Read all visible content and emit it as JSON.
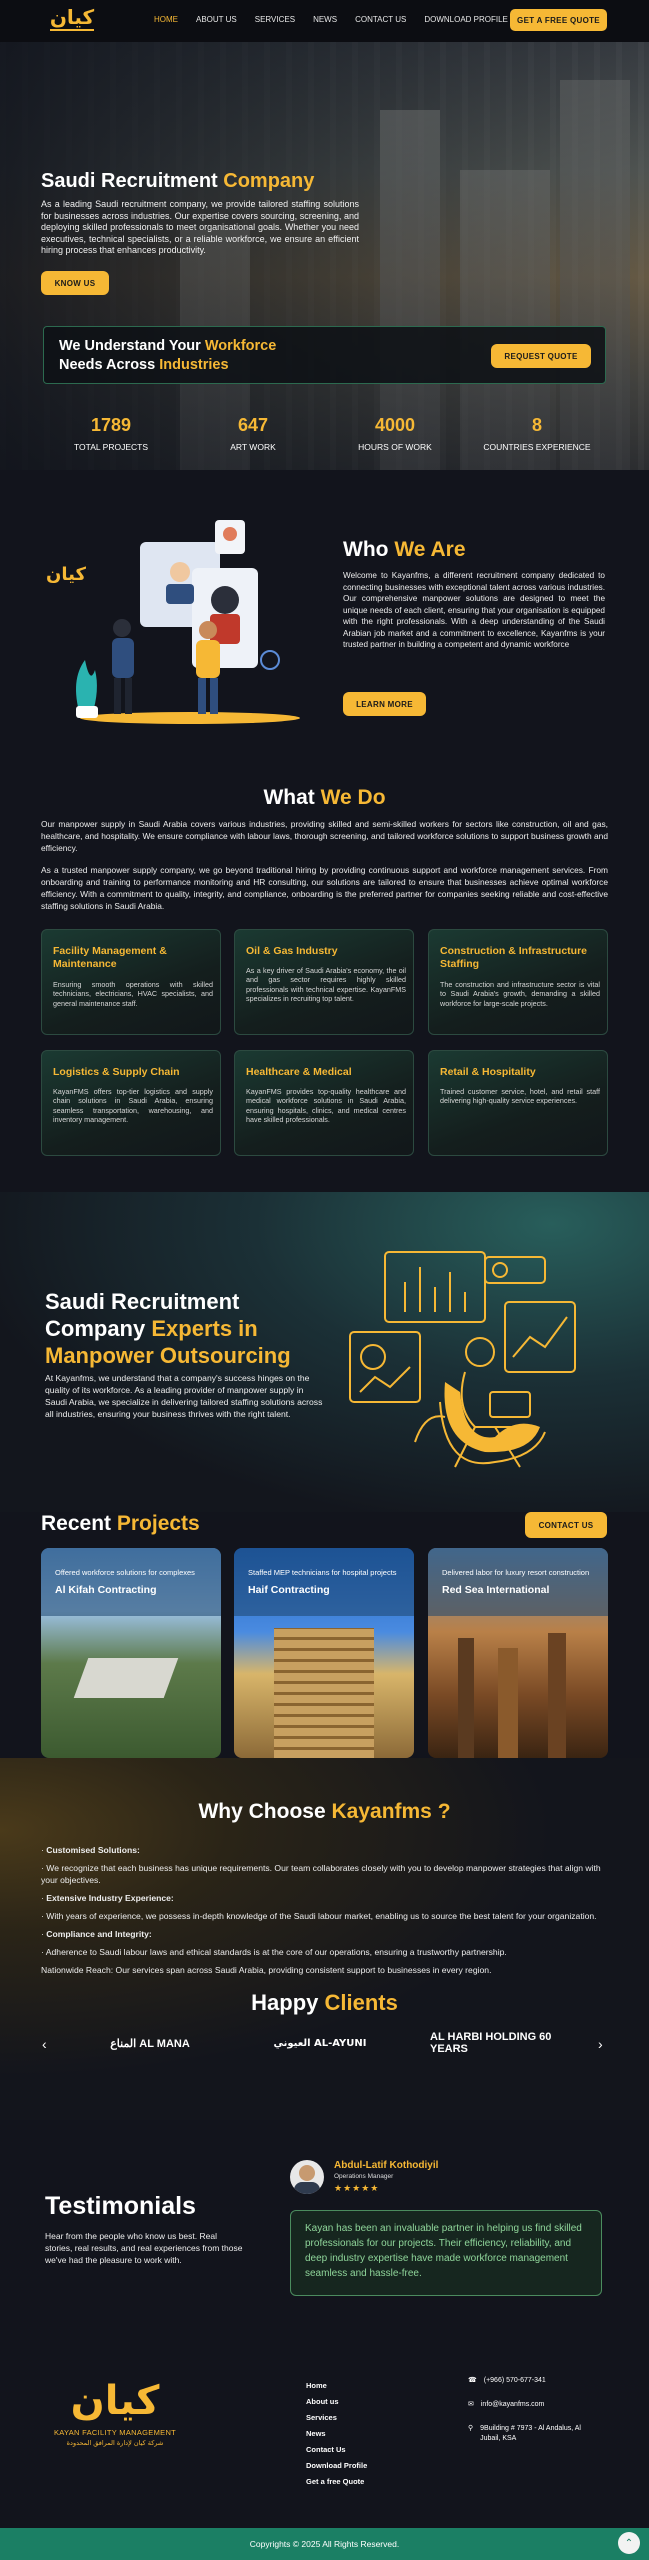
{
  "header": {
    "logo_text": "كيان",
    "nav": [
      "HOME",
      "ABOUT US",
      "SERVICES",
      "NEWS",
      "CONTACT US",
      "DOWNLOAD PROFILE"
    ],
    "cta": "GET A FREE QUOTE"
  },
  "hero": {
    "title_1": "Saudi Recruitment ",
    "title_2": "Company",
    "lead": "As a leading Saudi recruitment company, we provide tailored staffing solutions for businesses across industries. Our expertise covers sourcing, screening, and deploying skilled professionals to meet organisational goals. Whether you need executives, technical specialists, or a reliable workforce, we ensure an efficient hiring process that enhances productivity.",
    "button": "KNOW US"
  },
  "understand": {
    "line1_a": "We Understand Your ",
    "line1_b": "Workforce",
    "line2_a": "Needs Across ",
    "line2_b": "Industries",
    "button": "REQUEST QUOTE"
  },
  "stats": [
    {
      "value": "1789",
      "label": "TOTAL PROJECTS"
    },
    {
      "value": "647",
      "label": "ART WORK"
    },
    {
      "value": "4000",
      "label": "HOURS OF WORK"
    },
    {
      "value": "8",
      "label": "COUNTRIES EXPERIENCE"
    }
  ],
  "who": {
    "title_a": "Who ",
    "title_b": "We Are",
    "text": "Welcome to Kayanfms, a different recruitment company dedicated to connecting businesses with exceptional talent across various industries. Our comprehensive manpower solutions are designed to meet the unique needs of each client, ensuring that your organisation is equipped with the right professionals. With a deep understanding of the Saudi Arabian job market and a commitment to excellence, Kayanfms is your trusted partner in building a competent and dynamic workforce",
    "button": "LEARN MORE"
  },
  "what": {
    "title_a": "What ",
    "title_b": "We Do",
    "p1": "Our manpower supply in Saudi Arabia covers various industries, providing skilled and semi-skilled workers for sectors like construction, oil and gas, healthcare, and hospitality. We ensure compliance with labour laws, thorough screening, and tailored workforce solutions to support business growth and efficiency.",
    "p2": " As a trusted manpower supply company, we go beyond traditional hiring by providing continuous support and workforce management services. From onboarding and training to performance monitoring and HR consulting, our solutions are tailored to ensure that businesses achieve optimal workforce efficiency. With a commitment to quality, integrity, and compliance, onboarding is the preferred partner for companies seeking reliable and cost-effective staffing solutions in Saudi Arabia.",
    "cards": [
      {
        "title": "Facility Management & Maintenance",
        "text": "Ensuring smooth operations with skilled technicians, electricians, HVAC specialists, and general maintenance staff."
      },
      {
        "title": "Oil & Gas Industry",
        "text": "As a key driver of Saudi Arabia's economy, the oil and gas sector requires highly skilled professionals with technical expertise. KayanFMS specializes in recruiting top talent."
      },
      {
        "title": "Construction & Infrastructure Staffing",
        "text": "The construction and infrastructure sector is vital to Saudi Arabia's growth, demanding a skilled workforce for large-scale projects."
      },
      {
        "title": "Logistics & Supply Chain",
        "text": "KayanFMS offers top-tier logistics and supply chain solutions in Saudi Arabia, ensuring seamless transportation, warehousing, and inventory management."
      },
      {
        "title": "Healthcare & Medical",
        "text": "KayanFMS provides top-quality healthcare and medical workforce solutions in Saudi Arabia, ensuring hospitals, clinics, and medical centres have skilled professionals."
      },
      {
        "title": "Retail & Hospitality",
        "text": "Trained customer service, hotel, and retail staff delivering high-quality service experiences."
      }
    ]
  },
  "experts": {
    "l1": "Saudi Recruitment",
    "l2_a": "Company ",
    "l2_b": "Experts in",
    "l3": "Manpower Outsourcing",
    "text": "At Kayanfms, we understand that a company's success hinges on the quality of its workforce. As a leading provider of manpower supply in Saudi Arabia, we specialize in delivering tailored staffing solutions across all industries, ensuring your business thrives with the right talent."
  },
  "projects": {
    "title_a": "Recent ",
    "title_b": "Projects",
    "button": "CONTACT US",
    "items": [
      {
        "sub": "Offered workforce solutions for complexes",
        "title": "Al Kifah Contracting"
      },
      {
        "sub": "Staffed MEP technicians for hospital projects",
        "title": "Haif Contracting"
      },
      {
        "sub": "Delivered labor for luxury resort construction",
        "title": "Red Sea International"
      }
    ]
  },
  "why": {
    "title_a": "Why Choose ",
    "title_b": "Kayanfms ?",
    "h1": "Customised Solutions:",
    "t1": "We recognize that each business has unique requirements. Our team collaborates closely with you to develop manpower strategies that align with your objectives.",
    "h2": "Extensive Industry Experience:",
    "t2": "With years of experience, we possess in-depth knowledge of the Saudi labour market, enabling us to source the best talent for your organization.",
    "h3": "Compliance and Integrity:",
    "t3": "Adherence to Saudi labour laws and ethical standards is at the core of our operations, ensuring a trustworthy partnership.",
    "t4": "Nationwide Reach: Our services span across Saudi Arabia, providing consistent support to businesses in every region."
  },
  "clients": {
    "title_a": "Happy ",
    "title_b": "Clients",
    "logos": [
      "المناع AL MANA",
      "العيوني AL-AYUNI",
      "AL HARBI HOLDING 60 YEARS"
    ]
  },
  "testimonials": {
    "title": "Testimonials",
    "sub": "Hear from the people who know us best. Real stories, real results, and real experiences from those we've had the pleasure to work with.",
    "name": "Abdul-Latif Kothodiyil",
    "role": "Operations Manager",
    "stars": "★★★★★",
    "quote": "Kayan has been an invaluable partner in helping us find skilled professionals for our projects. Their efficiency, reliability, and deep industry expertise have made workforce management seamless and hassle-free."
  },
  "footer": {
    "brand_ar": "كيان",
    "brand_en": "KAYAN FACILITY MANAGEMENT",
    "brand_ar_sub": "شركة كيان لإدارة المرافق المحدودة",
    "links": [
      "Home",
      "About us",
      "Services",
      "News",
      "Contact Us",
      "Download Profile",
      "Get a free Quote"
    ],
    "phone": "(+966) 570-677-341",
    "email": "info@kayanfms.com",
    "address": "9Building # 7973 - Al Andalus, Al Jubail, KSA",
    "copyright": "Copyrights © 2025 All Rights Reserved."
  },
  "colors": {
    "accent": "#f6b835",
    "footer_bar": "#1b7f64",
    "bg": "#12141c"
  }
}
